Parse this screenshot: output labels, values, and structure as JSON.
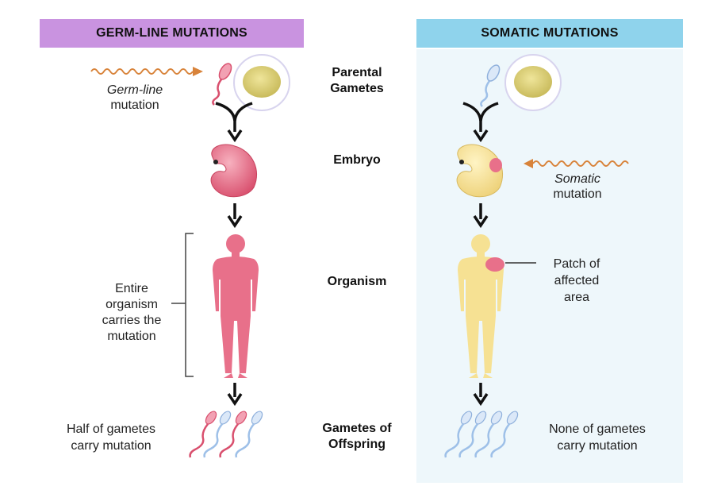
{
  "left": {
    "header": "GERM-LINE MUTATIONS",
    "mutation_label_italic": "Germ-line",
    "mutation_label_rest": "mutation",
    "bracket_label": [
      "Entire",
      "organism",
      "carries the",
      "mutation"
    ],
    "gametes_label": [
      "Half of gametes",
      "carry mutation"
    ]
  },
  "right": {
    "header": "SOMATIC MUTATIONS",
    "mutation_label_italic": "Somatic",
    "mutation_label_rest": "mutation",
    "patch_label": [
      "Patch of",
      "affected",
      "area"
    ],
    "gametes_label": [
      "None of gametes",
      "carry mutation"
    ]
  },
  "stages": {
    "parental": [
      "Parental",
      "Gametes"
    ],
    "embryo": "Embryo",
    "organism": "Organism",
    "offspring": [
      "Gametes of",
      "Offspring"
    ]
  },
  "colors": {
    "germ_header": "#c993e0",
    "somatic_header": "#8fd3ec",
    "somatic_panel": "#eef7fb",
    "mutated": "#e8708a",
    "normal": "#f6e193",
    "wave": "#d8833a",
    "sperm_blue": "#9ec0e8",
    "egg": "#d9cd75"
  }
}
